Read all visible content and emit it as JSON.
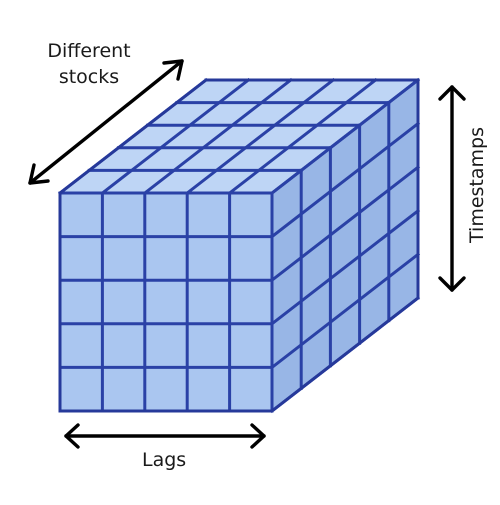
{
  "labels": {
    "stocks_line1": "Different",
    "stocks_line2": "stocks",
    "timestamps": "Timestamps",
    "lags": "Lags"
  },
  "cube": {
    "columns": 5,
    "rows": 5,
    "depth": 5,
    "colors": {
      "front": "#aac6f0",
      "top": "#bed5f5",
      "side": "#98b6e6",
      "grid_lines": "#2a41a6",
      "arrows": "#000000"
    }
  }
}
